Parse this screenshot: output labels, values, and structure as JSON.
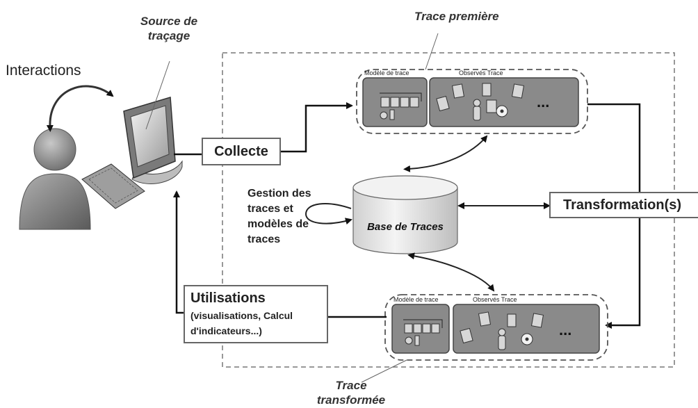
{
  "labels": {
    "interactions": "Interactions",
    "source_line1": "Source de",
    "source_line2": "traçage",
    "trace_premiere": "Trace première",
    "collecte": "Collecte",
    "gestion_line1": "Gestion des",
    "gestion_line2": "traces et",
    "gestion_line3": "modèles de",
    "gestion_line4": "traces",
    "base_de_traces": "Base de Traces",
    "transformation": "Transformation(s)",
    "utilisations_title": "Utilisations",
    "utilisations_line2": "(visualisations, Calcul",
    "utilisations_line3": "d'indicateurs...)",
    "trace_transformee_line1": "Trace",
    "trace_transformee_line2": "transformée",
    "modele_de_trace_top": "Modèle de trace",
    "observes_trace_top": "Observés Trace",
    "modele_de_trace_bottom": "Modèle de trace",
    "observes_trace_bottom": "Observés Trace",
    "ellipsis_top": "...",
    "ellipsis_bottom": "..."
  },
  "icons": {
    "user": "user-icon",
    "computer": "computer-icon",
    "keyboard": "keyboard-icon",
    "database": "database-icon"
  },
  "colors": {
    "panel_fill": "#8a8a8a",
    "panel_stroke": "#444444",
    "dashed": "#777777",
    "arrow": "#111111",
    "person": "#8d8d8d",
    "db_fill": "#e6e6e6"
  }
}
